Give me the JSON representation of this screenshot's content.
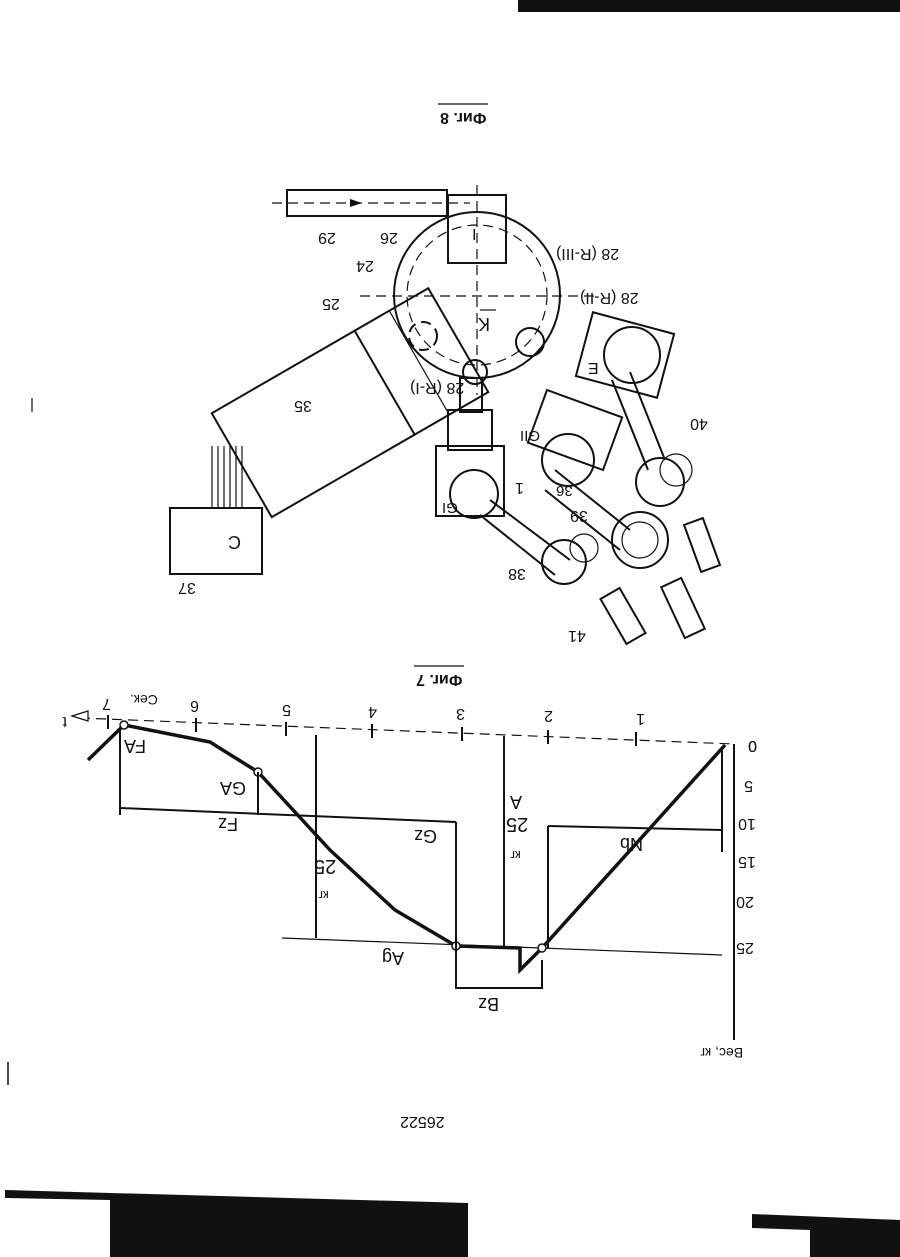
{
  "page_number": "26522",
  "fig7": {
    "caption": "Фиг. 7",
    "y_axis_label": "Вес, кг",
    "x_axis_unit": "Сек.",
    "x_axis_symbol": "t",
    "x_ticks": [
      "0",
      "1",
      "2",
      "3",
      "4",
      "5",
      "6",
      "7"
    ],
    "y_ticks": [
      "0",
      "5",
      "10",
      "15",
      "20",
      "25"
    ],
    "point_labels": [
      "FA",
      "GA",
      "Ag",
      "Bz",
      "Nb",
      "Gz",
      "Fz"
    ],
    "dimension_25_kg_a": "25",
    "dimension_25_kg_b": "25",
    "dimension_unit": "кг",
    "dimension_letter": "A"
  },
  "fig8": {
    "caption": "Фиг. 8",
    "numbers": [
      "24",
      "25",
      "26",
      "28 (R-I)",
      "28 (R-II)",
      "28 (R-III)",
      "29",
      "35",
      "36",
      "37",
      "38",
      "39",
      "40",
      "41",
      "1"
    ],
    "letters": [
      "C",
      "E",
      "GI",
      "GII",
      "K",
      "I"
    ]
  }
}
